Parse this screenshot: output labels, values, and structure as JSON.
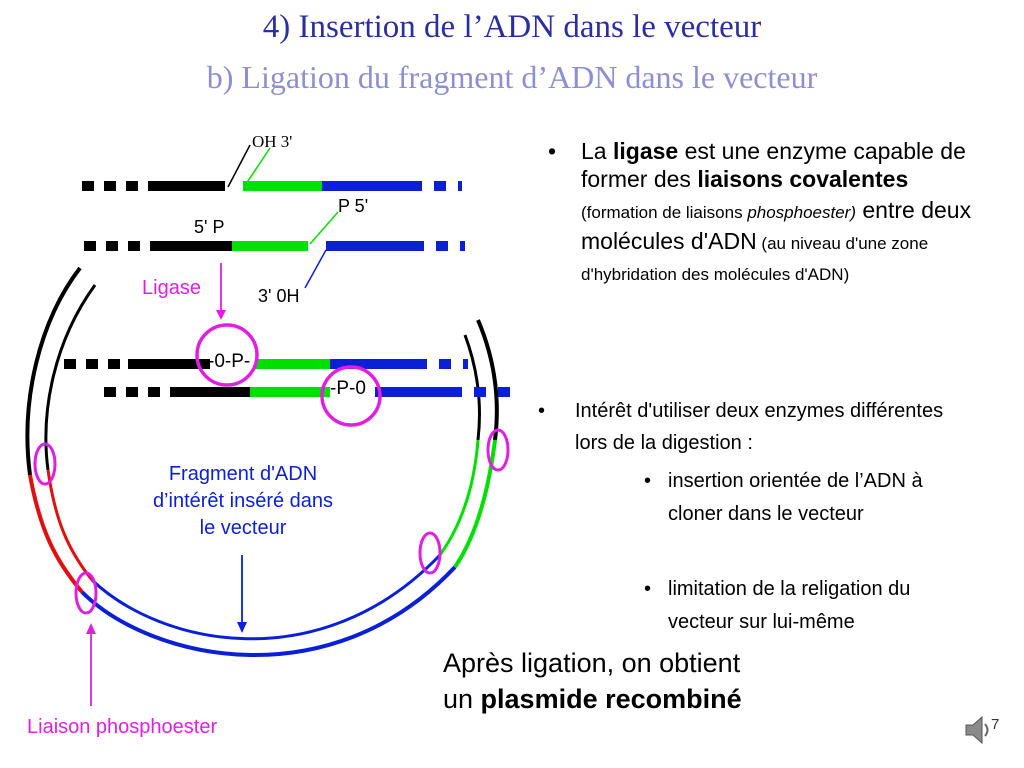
{
  "title": "4) Insertion de l’ADN dans le vecteur",
  "subtitle": "b) Ligation du fragment d’ADN dans le vecteur",
  "diagram_labels": {
    "oh3_top": "OH 3'",
    "p5_top": "P 5'",
    "p5_left": "5' P",
    "oh3_bottom": "3' 0H",
    "ligase": "Ligase",
    "junction_left": "-0-P-",
    "junction_right": "-P-0",
    "fragment_caption_1": "Fragment d'ADN",
    "fragment_caption_2": "d’intérêt inséré dans",
    "fragment_caption_3": "le vecteur",
    "liaison": "Liaison phosphoester"
  },
  "bullet1": {
    "marker": "•",
    "p1": "La ",
    "b1": "ligase",
    "p2": " est une enzyme capable de former des ",
    "b2": "liaisons covalentes",
    "s1": " (formation de liaisons ",
    "s1i": "phosphoester)",
    "p3": " entre deux molécules d'ADN",
    "s2": " (au niveau d'une zone d'hybridation des molécules d'ADN)"
  },
  "bullet2": {
    "marker": "•",
    "text": "Intérêt d'utiliser deux enzymes différentes  lors de la digestion :",
    "sub1": "insertion orientée de l’ADN à cloner dans le vecteur",
    "sub2": "limitation de la religation du vecteur sur lui-même"
  },
  "conclusion": {
    "line1": "Après ligation, on obtient",
    "line2_plain": "un ",
    "line2_bold": "plasmide recombiné"
  },
  "page_number": "7",
  "colors": {
    "title": "#2b2f9e",
    "subtitle": "#8d8fd0",
    "dna_black": "#000000",
    "dna_green": "#00e000",
    "dna_blue": "#0a1fd6",
    "vector_red": "#e01010",
    "magenta": "#e020e0"
  },
  "icons": [
    "speaker-icon"
  ]
}
